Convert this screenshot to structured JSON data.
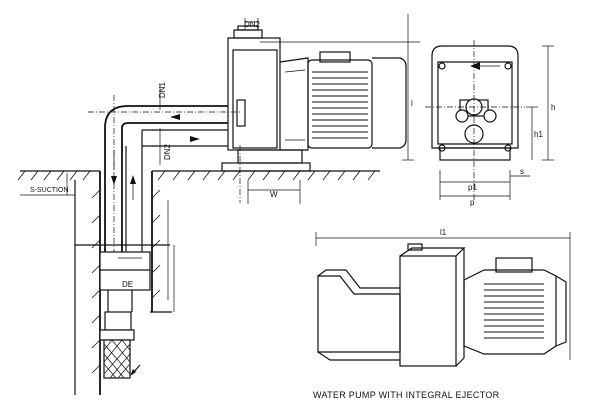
{
  "caption": "WATER PUMP WITH INTEGRAL EJECTOR",
  "labels": {
    "dn2_top": "DN2",
    "dn1_side": "DN1",
    "dn2_side": "DN2",
    "suction_note": "S-SUCTION",
    "de": "DE",
    "w": "W",
    "l": "l",
    "h": "h",
    "h1": "h1",
    "p1": "p1",
    "p": "p",
    "s": "s",
    "l1": "l1"
  }
}
